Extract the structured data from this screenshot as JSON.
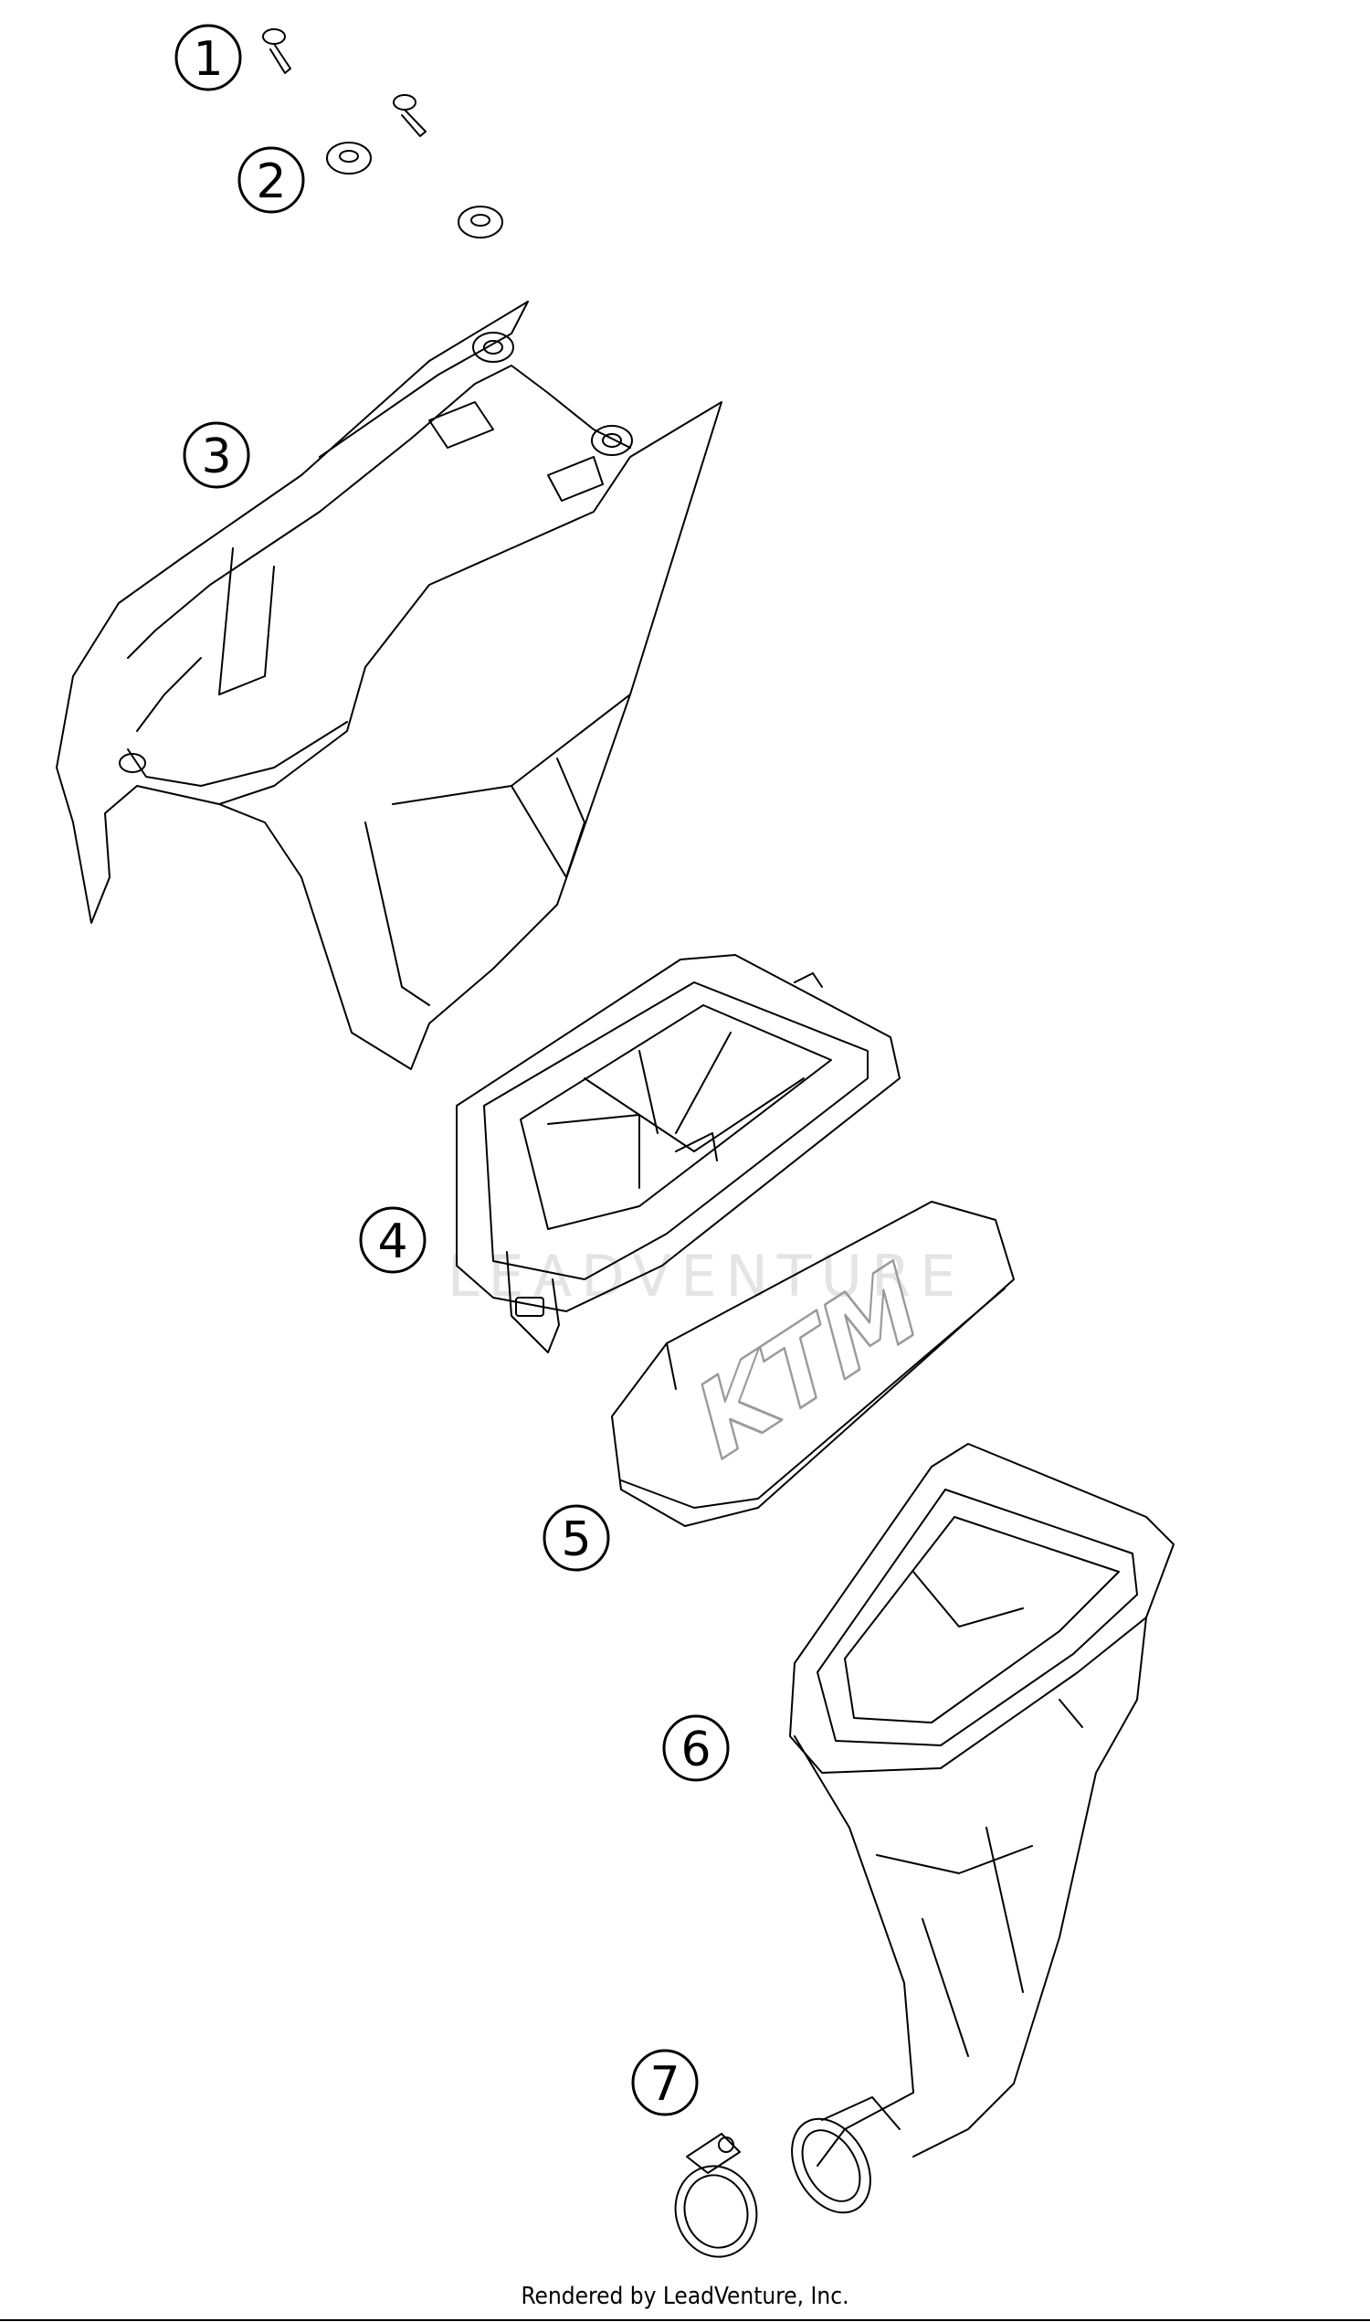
{
  "callouts": [
    {
      "number": "1",
      "part": "screw"
    },
    {
      "number": "2",
      "part": "washer"
    },
    {
      "number": "3",
      "part": "air-filter-box"
    },
    {
      "number": "4",
      "part": "air-filter-cage"
    },
    {
      "number": "5",
      "part": "air-filter"
    },
    {
      "number": "6",
      "part": "air-intake-boot"
    },
    {
      "number": "7",
      "part": "hose-clamp"
    }
  ],
  "filter_logo": "KTM",
  "watermark": "LEADVENTURE",
  "footer": "Rendered by LeadVenture, Inc."
}
